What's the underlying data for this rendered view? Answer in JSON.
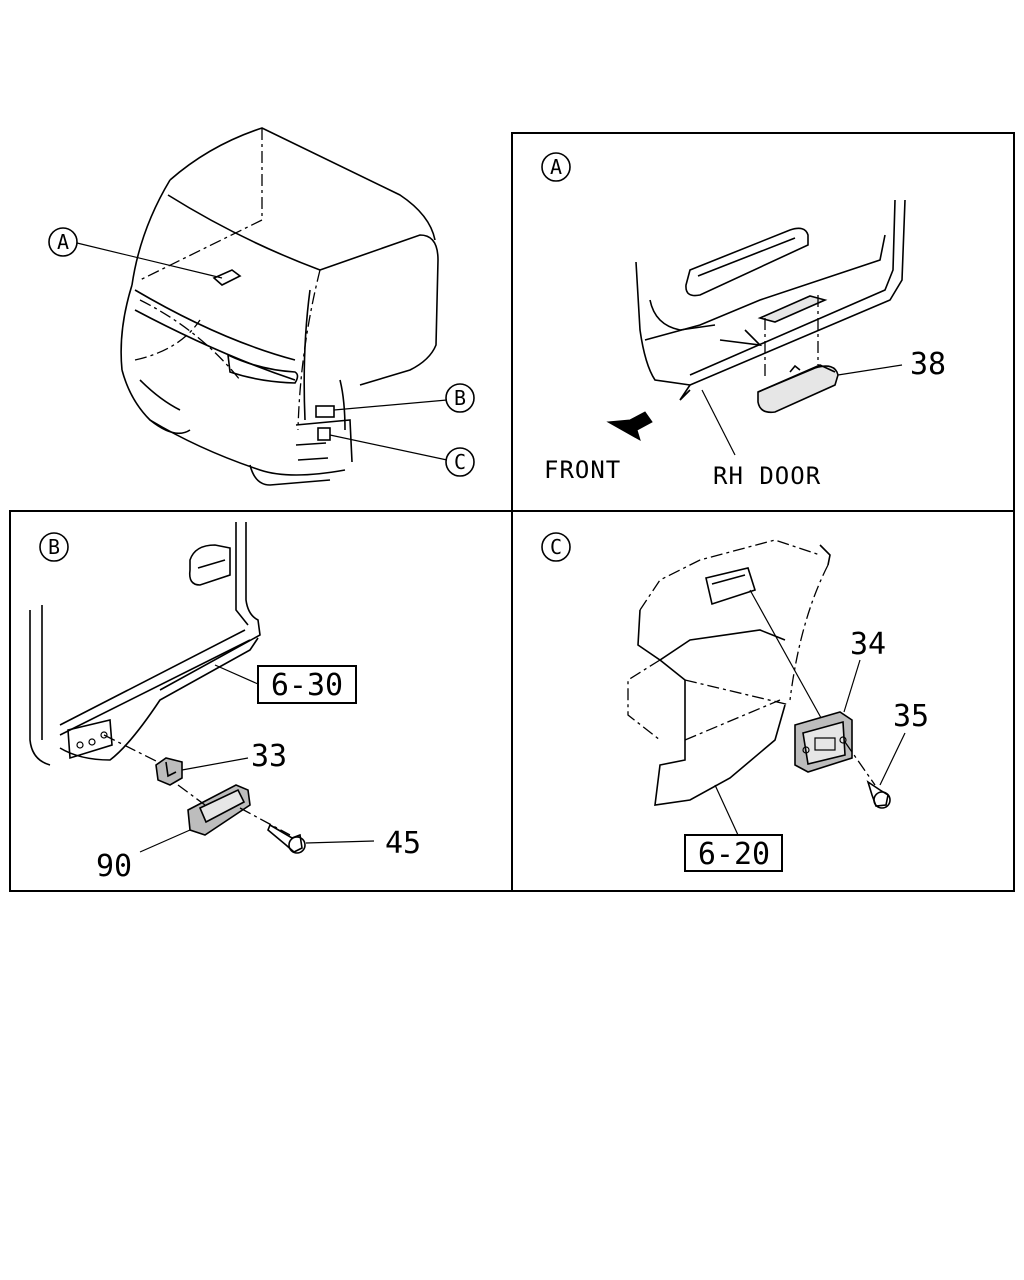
{
  "views": {
    "overview": {
      "callouts": [
        {
          "name": "callout-a",
          "letter": "A"
        },
        {
          "name": "callout-b",
          "letter": "B"
        },
        {
          "name": "callout-c",
          "letter": "C"
        }
      ]
    },
    "detail_a": {
      "letter": "A",
      "part_38": "38",
      "front_label": "FRONT",
      "rh_door_label": "RH DOOR"
    },
    "detail_b": {
      "letter": "B",
      "ref_box": "6-30",
      "part_33": "33",
      "part_45": "45",
      "part_90": "90"
    },
    "detail_c": {
      "letter": "C",
      "ref_box": "6-20",
      "part_34": "34",
      "part_35": "35"
    }
  }
}
